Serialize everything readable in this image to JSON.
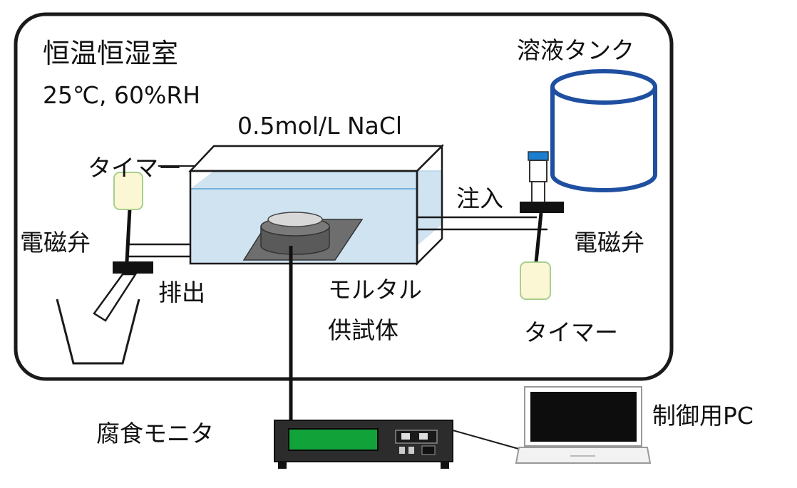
{
  "chamber": {
    "title": "恒温恒湿室",
    "conditions": "25℃, 60%RH"
  },
  "solution_label": "0.5mol/L NaCl",
  "tank_label": "溶液タンク",
  "left_timer_label": "タイマー",
  "right_timer_label": "タイマー",
  "left_valve_label": "電磁弁",
  "right_valve_label": "電磁弁",
  "drain_label": "排出",
  "inject_label": "注入",
  "specimen_label_line1": "モルタル",
  "specimen_label_line2": "供試体",
  "monitor_label": "腐食モニタ",
  "pc_label": "制御用PC",
  "colors": {
    "water": "#cfe3f1",
    "water_line": "#5aa2d8",
    "tank_stroke": "#1f4fa0",
    "timer_fill": "#fbf6d3",
    "timer_stroke": "#a8cf8e",
    "monitor_display": "#11a33a",
    "monitor_body": "#2c2c2c",
    "nozzle_blue": "#1b7fd1"
  }
}
